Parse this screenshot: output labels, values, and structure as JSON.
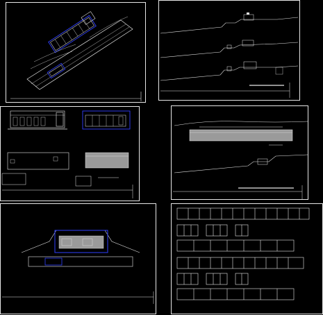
{
  "sheets": [
    {
      "name": "sheet-site-plan-diagonal"
    },
    {
      "name": "sheet-terrain-sections"
    },
    {
      "name": "sheet-elevations-and-plans"
    },
    {
      "name": "sheet-long-section"
    },
    {
      "name": "sheet-roof-plan"
    },
    {
      "name": "sheet-schedule-tables"
    }
  ],
  "colors": {
    "background": "#000000",
    "line": "#e8e8e8",
    "accent": "#3040ff",
    "hatch": "#9a9a9a"
  }
}
